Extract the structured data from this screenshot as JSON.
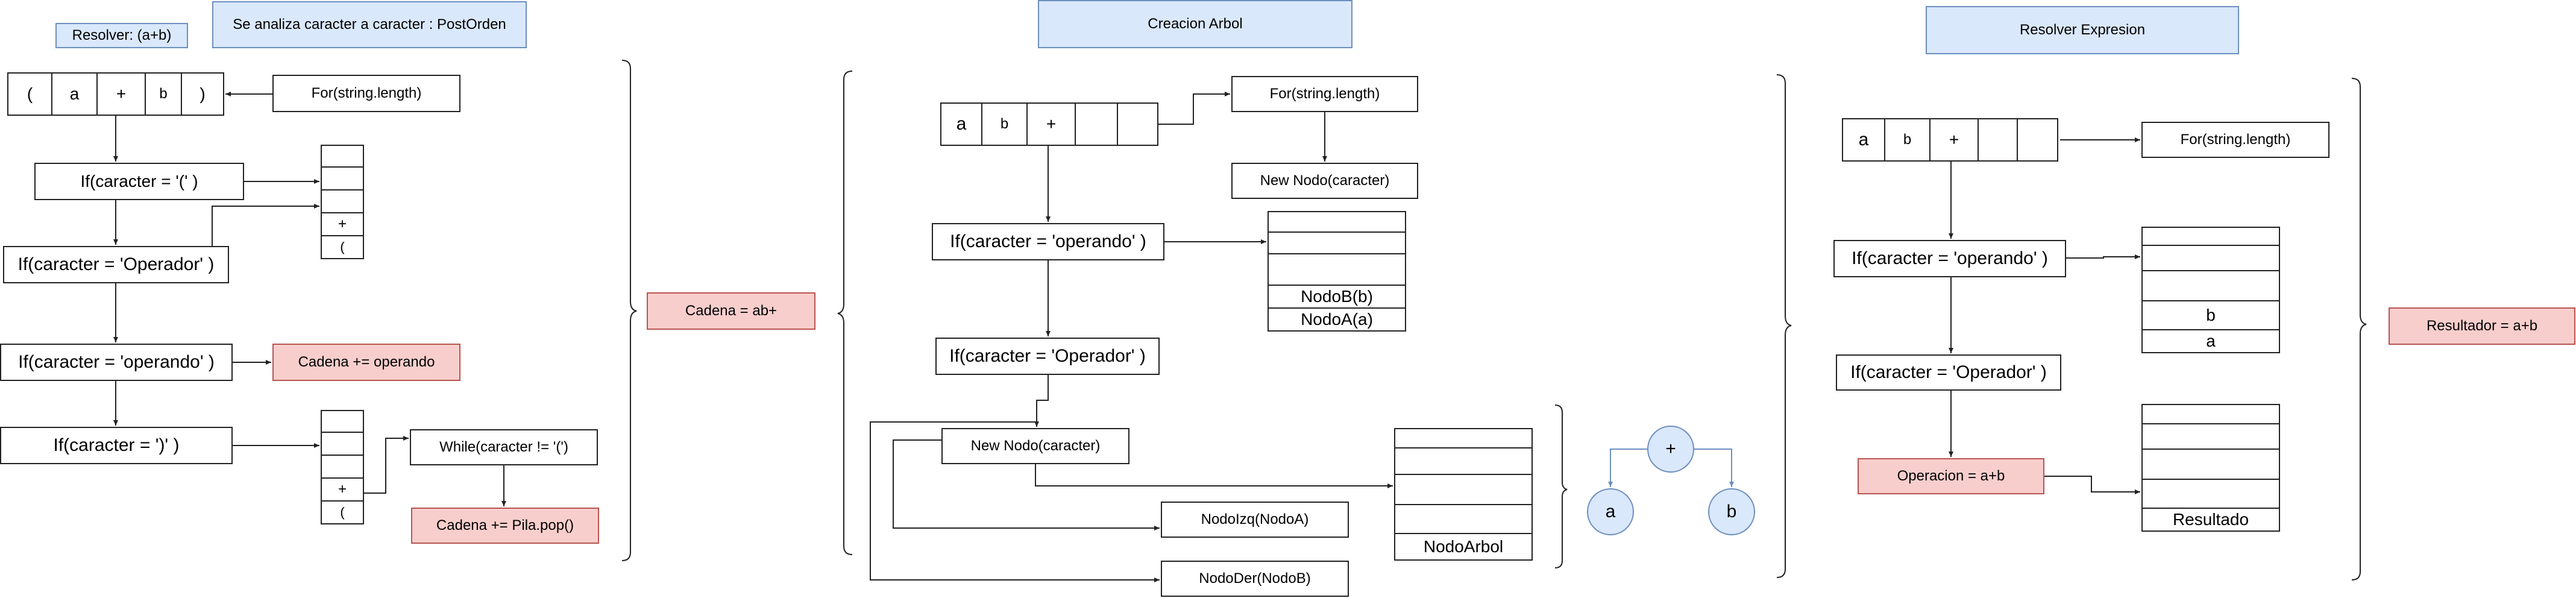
{
  "left": {
    "resolver_label": "Resolver: (a+b)",
    "header": "Se analiza caracter a caracter : PostOrden",
    "array": [
      "(",
      "a",
      "+",
      "b",
      ")"
    ],
    "for_loop": "For(string.length)",
    "if_paren_open": "If(caracter  = '(' )",
    "if_operador": "If(caracter  = 'Operador' )",
    "if_operando": "If(caracter  = 'operando' )",
    "if_paren_close": "If(caracter  = ')' )",
    "stack1": [
      "",
      "",
      "",
      "+",
      "("
    ],
    "stack2": [
      "",
      "",
      "",
      "+",
      "("
    ],
    "cadena_operando": "Cadena += operando",
    "while_loop": "While(caracter != '(')",
    "cadena_pop": "Cadena += Pila.pop()",
    "cadena_result": "Cadena = ab+"
  },
  "middle": {
    "header": "Creacion Arbol",
    "array": [
      "a",
      "b",
      "+",
      "",
      ""
    ],
    "for_loop": "For(string.length)",
    "new_nodo_top": "New Nodo(caracter)",
    "if_operando": "If(caracter  = 'operando' )",
    "if_operador": "If(caracter  = 'Operador' )",
    "stack_top": [
      "",
      "",
      "",
      "NodoB(b)",
      "NodoA(a)"
    ],
    "new_nodo": "New Nodo(caracter)",
    "nodo_izq": "NodoIzq(NodoA)",
    "nodo_der": "NodoDer(NodoB)",
    "stack_bottom": [
      "",
      "",
      "",
      "",
      "NodoArbol"
    ],
    "tree": {
      "root": "+",
      "left": "a",
      "right": "b"
    }
  },
  "right": {
    "header": "Resolver Expresion",
    "array": [
      "a",
      "b",
      "+",
      "",
      ""
    ],
    "for_loop": "For(string.length)",
    "if_operando": "If(caracter  = 'operando' )",
    "if_operador": "If(caracter  = 'Operador' )",
    "stack_top": [
      "",
      "",
      "",
      "b",
      "a"
    ],
    "operacion": "Operacion = a+b",
    "stack_bottom": [
      "",
      "",
      "",
      "",
      "Resultado"
    ],
    "resultado": "Resultador = a+b"
  },
  "colors": {
    "blue_fill": "#dae8fc",
    "blue_stroke": "#6c8ebf",
    "red_fill": "#f8cecc",
    "red_stroke": "#b85450"
  }
}
